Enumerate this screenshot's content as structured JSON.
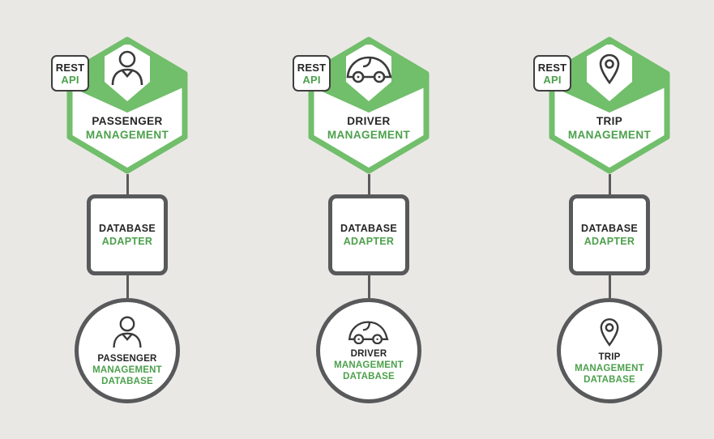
{
  "colors": {
    "shape_green": "#71be6b",
    "text_green": "#4ca04c",
    "border_gray": "#58595b",
    "background": "#eae8e5",
    "text_dark": "#262626",
    "icon_dark": "#3a3a3a"
  },
  "services": [
    {
      "id": "passenger",
      "icon": "person-icon",
      "rest_badge": {
        "line1": "REST",
        "line2": "API"
      },
      "hexagon": {
        "line1": "PASSENGER",
        "line2": "MANAGEMENT"
      },
      "adapter": {
        "line1": "DATABASE",
        "line2": "ADAPTER"
      },
      "database": {
        "line1": "PASSENGER",
        "line2": "MANAGEMENT",
        "line3": "DATABASE"
      }
    },
    {
      "id": "driver",
      "icon": "car-icon",
      "rest_badge": {
        "line1": "REST",
        "line2": "API"
      },
      "hexagon": {
        "line1": "DRIVER",
        "line2": "MANAGEMENT"
      },
      "adapter": {
        "line1": "DATABASE",
        "line2": "ADAPTER"
      },
      "database": {
        "line1": "DRIVER",
        "line2": "MANAGEMENT",
        "line3": "DATABASE"
      }
    },
    {
      "id": "trip",
      "icon": "pin-icon",
      "rest_badge": {
        "line1": "REST",
        "line2": "API"
      },
      "hexagon": {
        "line1": "TRIP",
        "line2": "MANAGEMENT"
      },
      "adapter": {
        "line1": "DATABASE",
        "line2": "ADAPTER"
      },
      "database": {
        "line1": "TRIP",
        "line2": "MANAGEMENT",
        "line3": "DATABASE"
      }
    }
  ]
}
